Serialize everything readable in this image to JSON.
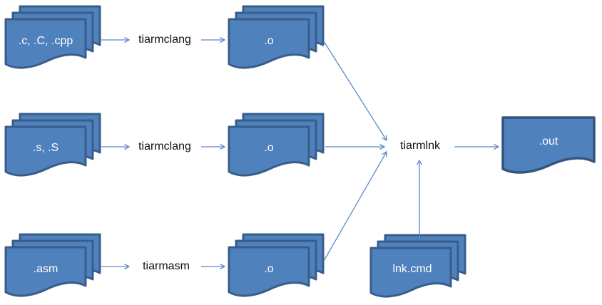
{
  "page": {
    "background": "#ffffff"
  },
  "diagram": {
    "description": "Build flow: source files compiled/assembled to object files, then linked into an output file",
    "colors": {
      "document_fill": "#4f81bd",
      "document_border": "#385d8a",
      "arrow": "#5b8ac6",
      "document_text": "#ffffff",
      "label_text": "#111111"
    },
    "nodes": {
      "src_c": {
        "label": ".c, .C, .cpp",
        "type": "document-stack"
      },
      "tool_c": {
        "label": "tiarmclang",
        "type": "tool-label"
      },
      "obj_c": {
        "label": ".o",
        "type": "document-stack"
      },
      "src_s": {
        "label": ".s, .S",
        "type": "document-stack"
      },
      "tool_s": {
        "label": "tiarmclang",
        "type": "tool-label"
      },
      "obj_s": {
        "label": ".o",
        "type": "document-stack"
      },
      "src_asm": {
        "label": ".asm",
        "type": "document-stack"
      },
      "tool_asm": {
        "label": "tiarmasm",
        "type": "tool-label"
      },
      "obj_asm": {
        "label": ".o",
        "type": "document-stack"
      },
      "linker": {
        "label": "tiarmlnk",
        "type": "tool-label"
      },
      "lnk_cmd": {
        "label": "lnk.cmd",
        "type": "document-stack"
      },
      "output": {
        "label": ".out",
        "type": "document"
      }
    },
    "edges": [
      {
        "from": "src_c",
        "to": "tool_c"
      },
      {
        "from": "tool_c",
        "to": "obj_c"
      },
      {
        "from": "obj_c",
        "to": "linker"
      },
      {
        "from": "src_s",
        "to": "tool_s"
      },
      {
        "from": "tool_s",
        "to": "obj_s"
      },
      {
        "from": "obj_s",
        "to": "linker"
      },
      {
        "from": "src_asm",
        "to": "tool_asm"
      },
      {
        "from": "tool_asm",
        "to": "obj_asm"
      },
      {
        "from": "obj_asm",
        "to": "linker"
      },
      {
        "from": "lnk_cmd",
        "to": "linker"
      },
      {
        "from": "linker",
        "to": "output"
      }
    ]
  }
}
